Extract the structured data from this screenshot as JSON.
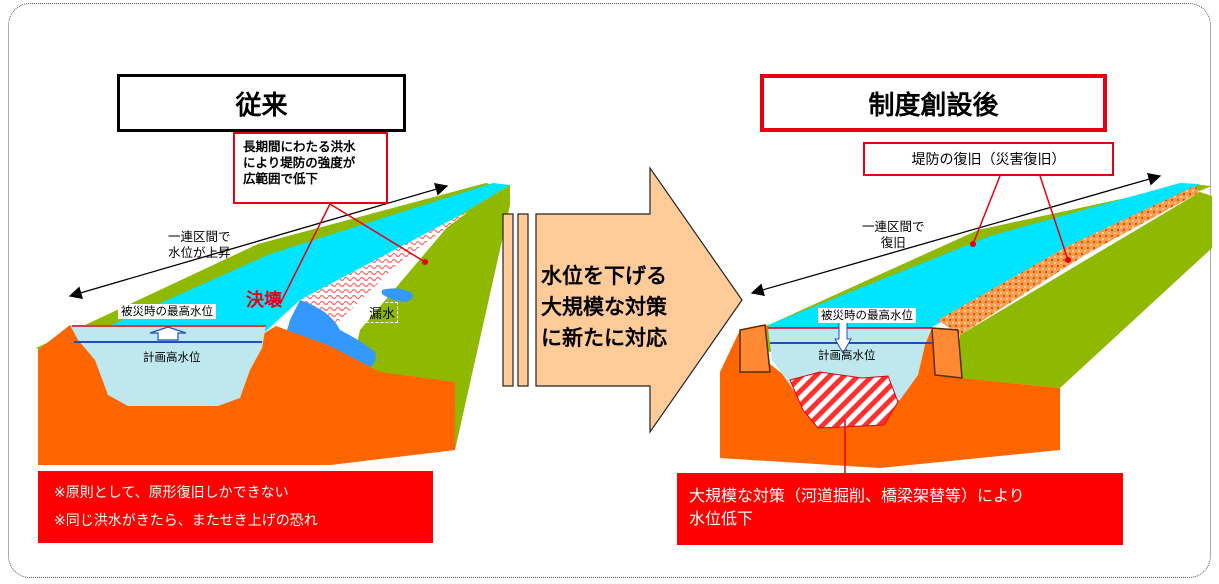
{
  "colors": {
    "water": "#00e5ff",
    "levee_green": "#8fb800",
    "ground_orange": "#ff6600",
    "accent_red": "#e60012",
    "arrow_fill": "#ffcc99",
    "channel_pale": "#bfe7ee"
  },
  "left": {
    "title": "従来",
    "callout": [
      "長期間にわたる洪水",
      "により堤防の強度が",
      "広範囲で低下"
    ],
    "section_label": [
      "一連区間で",
      "水位が上昇"
    ],
    "max_level_label": "被災時の最高水位",
    "plan_level_label": "計画高水位",
    "breach_label": "決壊",
    "leak_label": "漏水",
    "notes": [
      "※原則として、原形復旧しかできない",
      "※同じ洪水がきたら、またせき上げの恐れ"
    ]
  },
  "center": {
    "arrow_text": [
      "水位を下げる",
      "大規模な対策",
      "に新たに対応"
    ]
  },
  "right": {
    "title": "制度創設後",
    "callout": "堤防の復旧（災害復旧）",
    "section_label": [
      "一連区間で",
      "復旧"
    ],
    "max_level_label": "被災時の最高水位",
    "plan_level_label": "計画高水位",
    "note": [
      "大規模な対策（河道掘削、橋梁架替等）により",
      "水位低下"
    ]
  }
}
